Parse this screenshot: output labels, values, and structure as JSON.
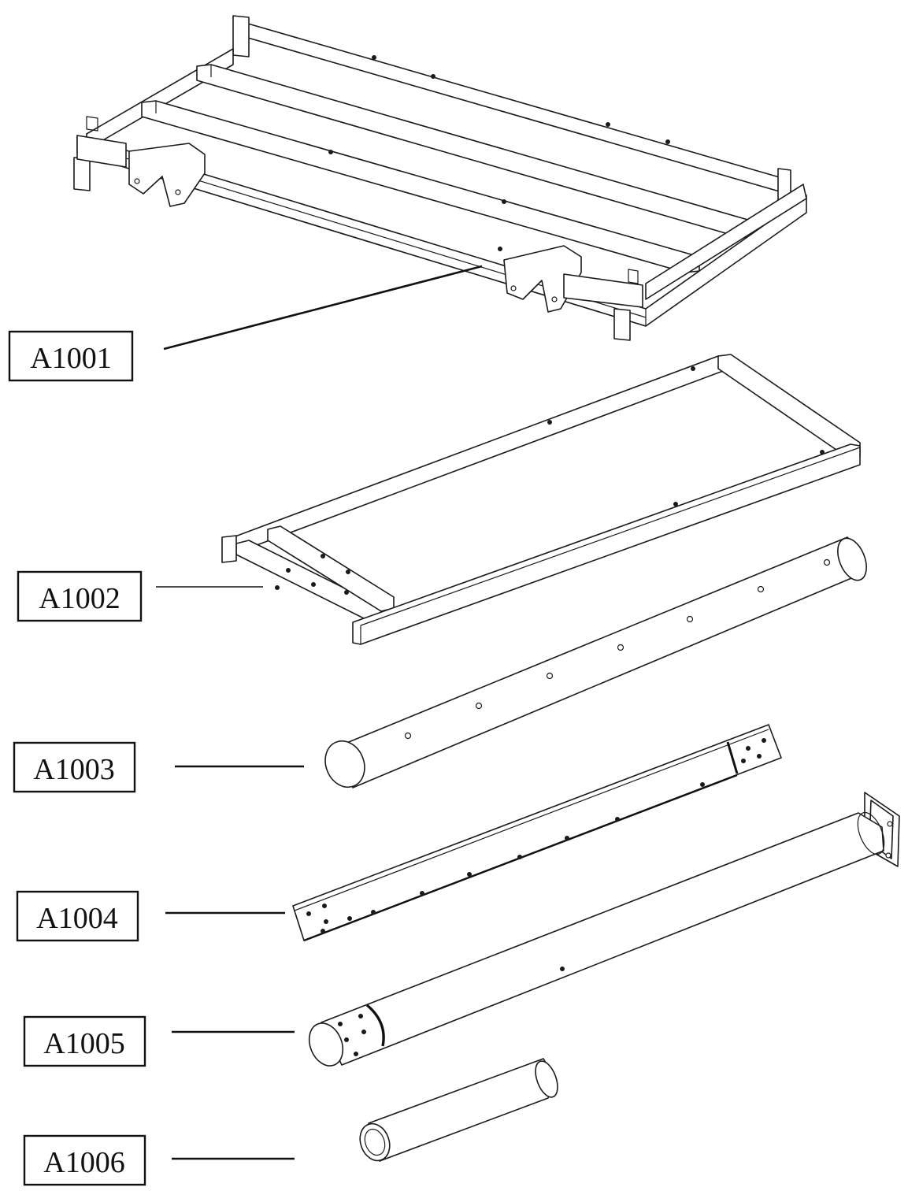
{
  "parts": [
    {
      "id": "a1001",
      "label": "A1001"
    },
    {
      "id": "a1002",
      "label": "A1002"
    },
    {
      "id": "a1003",
      "label": "A1003"
    },
    {
      "id": "a1004",
      "label": "A1004"
    },
    {
      "id": "a1005",
      "label": "A1005"
    },
    {
      "id": "a1006",
      "label": "A1006"
    }
  ]
}
